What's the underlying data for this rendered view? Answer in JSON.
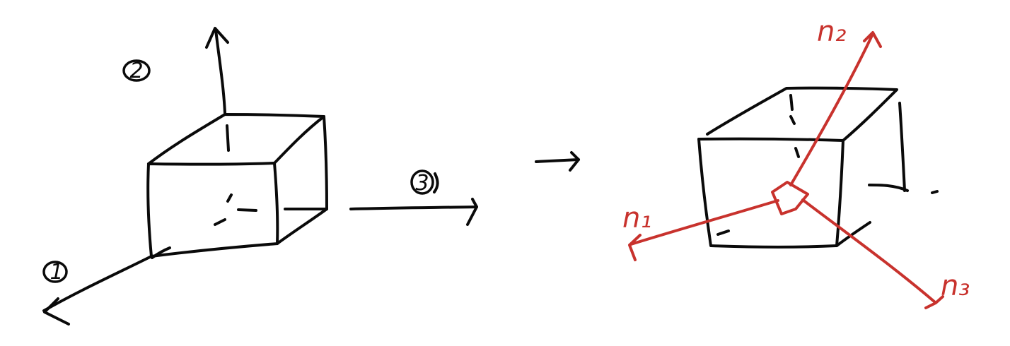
{
  "ink_colors": {
    "primary": "#0a0a0a",
    "accent": "#c8322d"
  },
  "left_figure": {
    "axis_1_label": "1",
    "axis_2_label": "2",
    "axis_3_label": "3"
  },
  "transition_arrow": "→",
  "right_figure": {
    "n1_label": "n₁",
    "n2_label": "n₂",
    "n3_label": "n₃"
  }
}
